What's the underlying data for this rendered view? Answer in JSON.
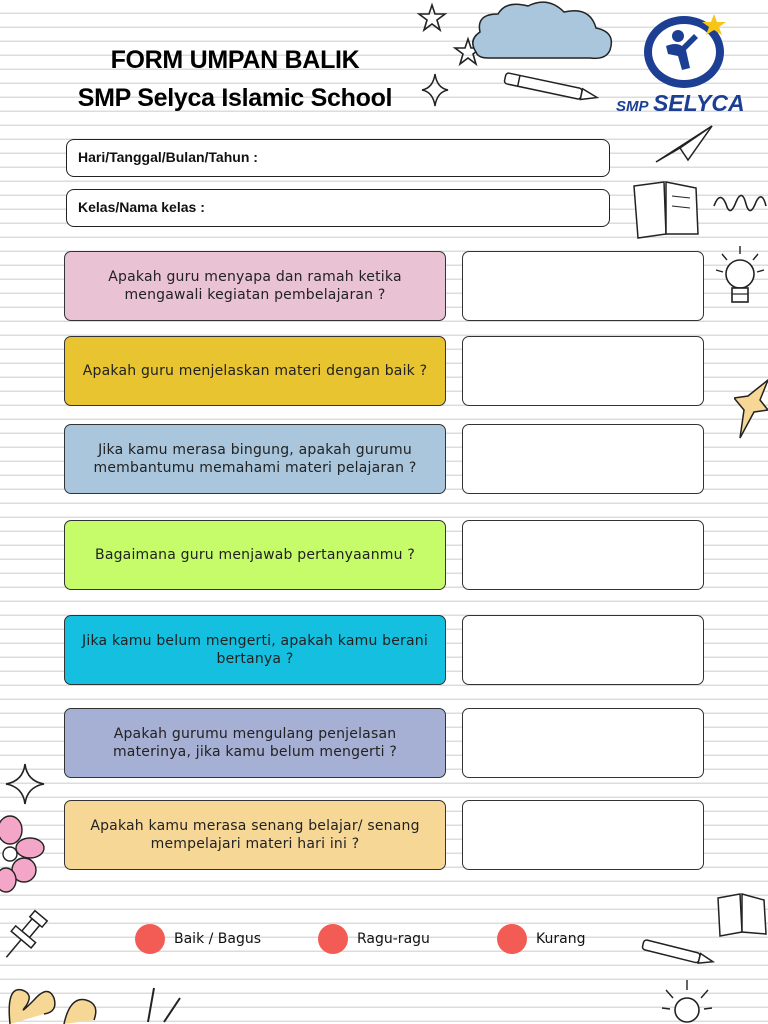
{
  "header": {
    "title_line1": "FORM UMPAN BALIK",
    "title_line2": "SMP Selyca Islamic School"
  },
  "logo": {
    "prefix": "SMP",
    "name": "SELYCA",
    "color": "#1c3f94"
  },
  "fields": [
    {
      "label": "Hari/Tanggal/Bulan/Tahun :",
      "value": ""
    },
    {
      "label": "Kelas/Nama kelas :",
      "value": ""
    }
  ],
  "questions": [
    {
      "text": "Apakah guru menyapa dan ramah ketika mengawali kegiatan pembelajaran ?",
      "color": "#e9c2d3",
      "answer": ""
    },
    {
      "text": "Apakah guru menjelaskan materi dengan baik ?",
      "color": "#e8c430",
      "answer": ""
    },
    {
      "text": "Jika kamu merasa bingung, apakah gurumu membantumu memahami materi pelajaran ?",
      "color": "#a9c6dc",
      "answer": ""
    },
    {
      "text": "Bagaimana guru menjawab pertanyaanmu ?",
      "color": "#c6fb6a",
      "answer": ""
    },
    {
      "text": "Jika kamu belum mengerti, apakah kamu berani bertanya ?",
      "color": "#14bfe0",
      "answer": ""
    },
    {
      "text": "Apakah gurumu mengulang penjelasan materinya, jika kamu belum mengerti ?",
      "color": "#a6b0d4",
      "answer": ""
    },
    {
      "text": "Apakah kamu merasa senang belajar/ senang mempelajari materi hari ini ?",
      "color": "#f6d796",
      "answer": ""
    }
  ],
  "legend": [
    {
      "label": "Baik / Bagus",
      "color": "#f25c54"
    },
    {
      "label": "Ragu-ragu",
      "color": "#f25c54"
    },
    {
      "label": "Kurang",
      "color": "#f25c54"
    }
  ],
  "decorations": [
    "star-icon",
    "cloud-icon",
    "pen-icon",
    "sparkle-icon",
    "paper-plane-icon",
    "book-icon",
    "spiral-icon",
    "lightbulb-icon",
    "star-shape-icon",
    "flower-icon",
    "pushpin-icon"
  ]
}
